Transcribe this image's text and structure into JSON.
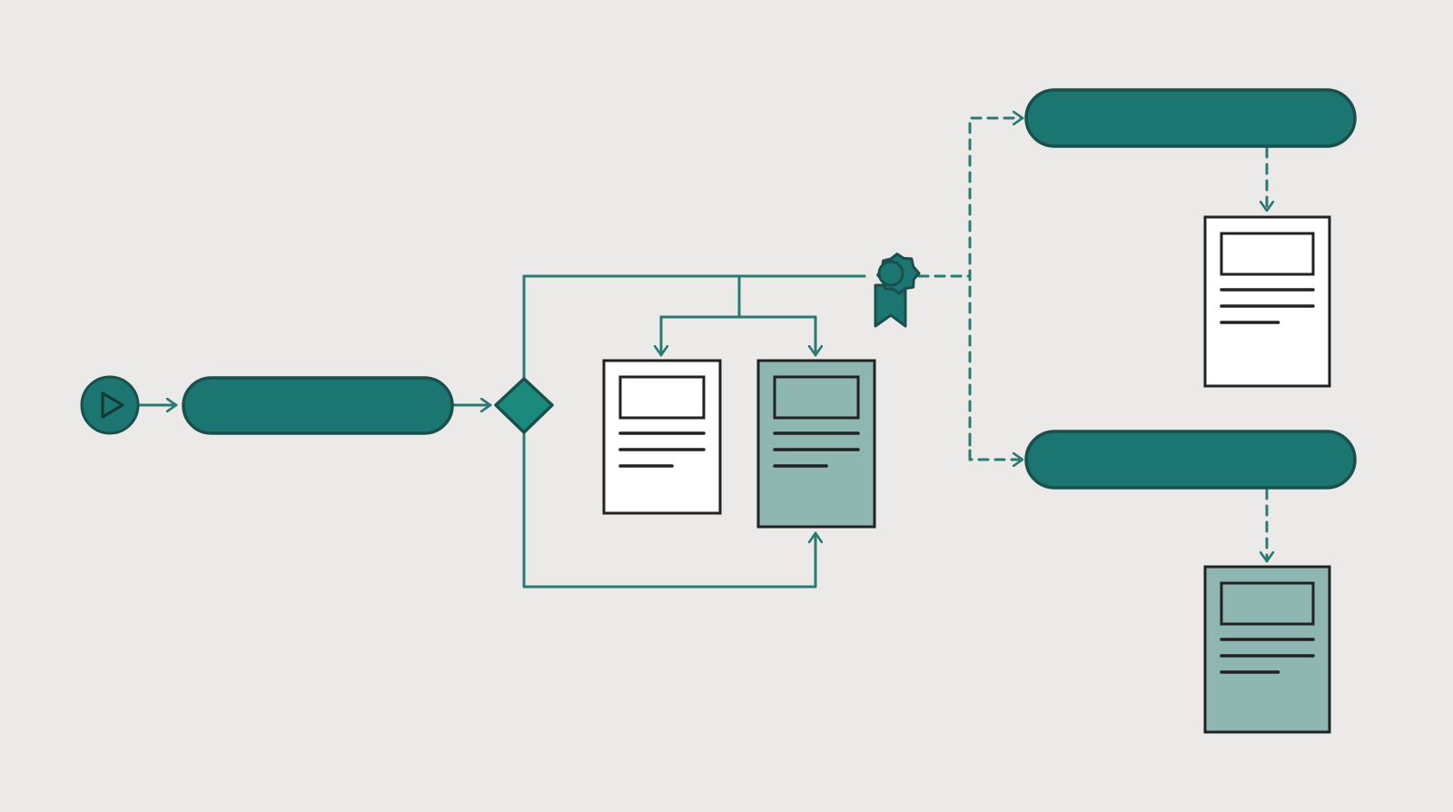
{
  "colors": {
    "background": "#ebeae9",
    "accent": "#1b7570",
    "accent_dark": "#1a4f4c",
    "connector": "#2a7a73",
    "doc_tinted_fill": "#8db7b0",
    "doc_plain_fill": "#ffffff",
    "outline": "#222222"
  },
  "icons": {
    "start": "play-circle-icon",
    "decision": "diamond-gateway-icon",
    "approval": "award-ribbon-badge-icon",
    "document": "document-page-icon"
  },
  "diagram": {
    "start_node": {
      "label": "",
      "icon": "play-circle-icon"
    },
    "first_step": {
      "label": ""
    },
    "decision": {
      "label": ""
    },
    "documents": [
      {
        "id": "draft",
        "label": "",
        "tinted": false
      },
      {
        "id": "revised",
        "label": "",
        "tinted": true
      },
      {
        "id": "output-a",
        "label": "",
        "tinted": false
      },
      {
        "id": "output-b",
        "label": "",
        "tinted": true
      }
    ],
    "approval_badge": {
      "label": ""
    },
    "branch_steps": [
      {
        "id": "branch-top",
        "label": ""
      },
      {
        "id": "branch-bottom",
        "label": ""
      }
    ]
  }
}
